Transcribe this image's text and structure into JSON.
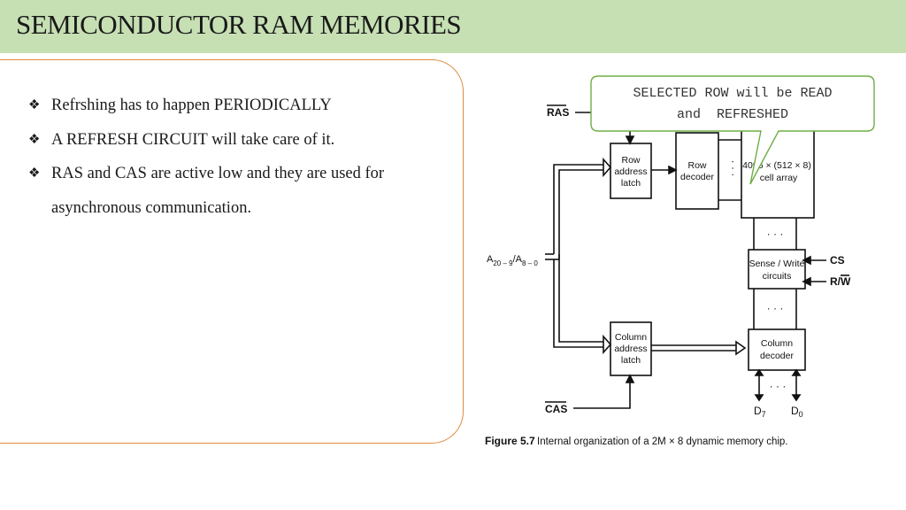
{
  "slide": {
    "title": "SEMICONDUCTOR RAM MEMORIES"
  },
  "bullets": [
    {
      "marker": "❖",
      "text": "Refrshing has to happen PERIODICALLY"
    },
    {
      "marker": "❖",
      "text": "A REFRESH CIRCUIT will take care of it."
    },
    {
      "marker": "❖",
      "text": "RAS and CAS are active low and they are used for asynchronous communication."
    }
  ],
  "callout": {
    "line1": "SELECTED ROW will be READ",
    "line2": "and  REFRESHED"
  },
  "diagram": {
    "ras": "RAS",
    "cas": "CAS",
    "address": "A",
    "address_sub1": "20 – 9",
    "address_sep": "/A",
    "address_sub2": "8 – 0",
    "row_latch": [
      "Row",
      "address",
      "latch"
    ],
    "row_decoder": [
      "Row",
      "decoder"
    ],
    "cell_array_l1": "4096 × (512 × 8)",
    "cell_array_l2": "cell array",
    "sense_write": [
      "Sense / Write",
      "circuits"
    ],
    "cs": "CS",
    "rw": "R/W",
    "col_latch": [
      "Column",
      "address",
      "latch"
    ],
    "col_decoder": [
      "Column",
      "decoder"
    ],
    "d7": "D",
    "d7_sub": "7",
    "d0": "D",
    "d0_sub": "0",
    "ellipsis": "· · ·",
    "caption_label": "Figure 5.7",
    "caption_text": "Internal organization of a 2M × 8 dynamic memory chip."
  },
  "colors": {
    "header_bg": "#c6e0b4",
    "card_border": "#e08a3c",
    "callout_border": "#70ad47"
  }
}
